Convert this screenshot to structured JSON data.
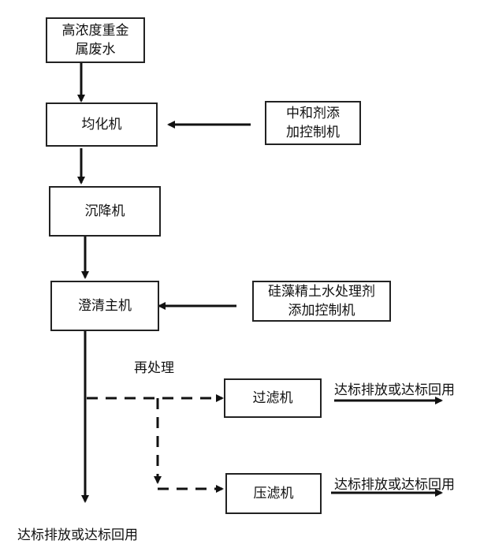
{
  "nodes": {
    "wastewater": [
      "高浓度重金",
      "属废水"
    ],
    "homogenizer": "均化机",
    "neutralizer": [
      "中和剂添",
      "加控制机"
    ],
    "settler": "沉降机",
    "clarifier": "澄清主机",
    "diatomite": [
      "硅藻精土水处理剂",
      "添加控制机"
    ],
    "filter": "过滤机",
    "filter_press": "压滤机"
  },
  "labels": {
    "retreat": "再处理",
    "discharge_filter": "达标排放或达标回用",
    "discharge_press": "达标排放或达标回用",
    "discharge_main": "达标排放或达标回用"
  }
}
